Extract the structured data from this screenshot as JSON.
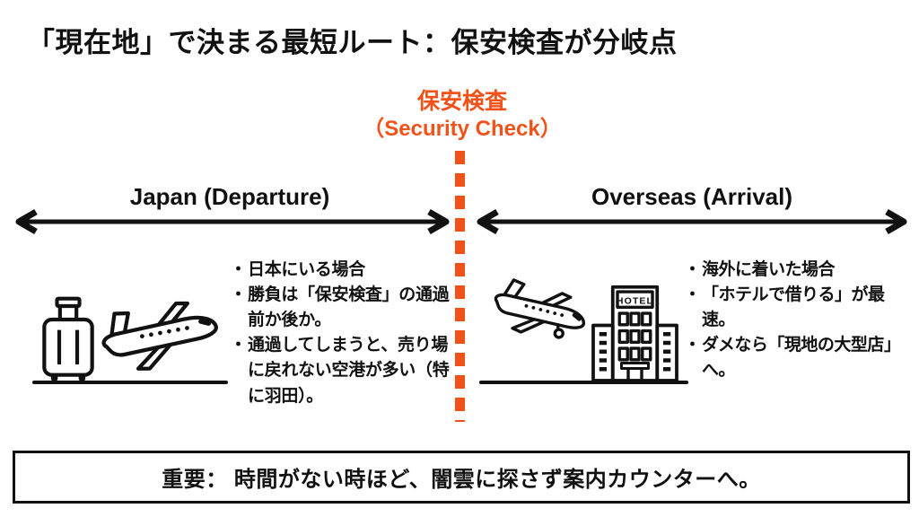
{
  "title": "「現在地」で決まる最短ルート：保安検査が分岐点",
  "bullet_marker": "・",
  "divider": {
    "label_jp": "保安検査",
    "label_en": "（Security Check）",
    "accent_color": "#F0521A"
  },
  "japan_section": {
    "axis_label": "Japan (Departure)",
    "bullets": [
      "日本にいる場合",
      "勝負は「保安検査」の通過前か後か。",
      "通過してしまうと、売り場に戻れない空港が多い（特に羽田）。"
    ],
    "icons": [
      "suitcase-icon",
      "airplane-takeoff-icon"
    ]
  },
  "overseas_section": {
    "axis_label": "Overseas (Arrival)",
    "bullets": [
      "海外に着いた場合",
      "「ホテルで借りる」が最速。",
      "ダメなら「現地の大型店」へ。"
    ],
    "icons": [
      "airplane-landing-icon",
      "hotel-icon"
    ],
    "hotel_sign": "HOTEL"
  },
  "footer": {
    "text": "重要： 時間がない時ほど、闇雲に探さず案内カウンターへ。"
  },
  "colors": {
    "ink": "#111111",
    "accent": "#F0521A",
    "background": "#FFFFFF"
  }
}
